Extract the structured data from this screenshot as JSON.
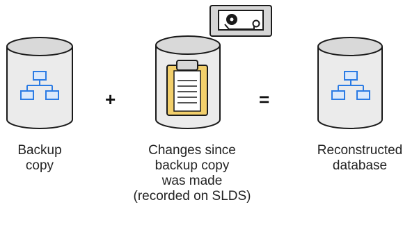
{
  "diagram": {
    "operators": {
      "plus": "+",
      "equals": "="
    },
    "captions": {
      "backup": [
        "Backup",
        "copy"
      ],
      "changes": [
        "Changes since",
        "backup copy",
        "was made",
        "(recorded on SLDS)"
      ],
      "reconstructed": [
        "Reconstructed",
        "database"
      ]
    },
    "icons": {
      "left_cylinder": "database-cylinder-icon",
      "left_symbol": "hierarchy-tree-icon",
      "middle_cylinder": "database-cylinder-icon",
      "middle_symbol": "clipboard-icon",
      "tape": "tape-drive-icon",
      "right_cylinder": "database-cylinder-icon",
      "right_symbol": "hierarchy-tree-icon"
    },
    "colors": {
      "cylinder_fill": "#ebebeb",
      "cylinder_top": "#d9d9d9",
      "outline": "#1a1a1a",
      "tree_stroke": "#2b7be4",
      "tree_fill": "#dbe9fb",
      "clipboard_board": "#f2cf6b",
      "clipboard_clip": "#d6d6d6"
    }
  }
}
